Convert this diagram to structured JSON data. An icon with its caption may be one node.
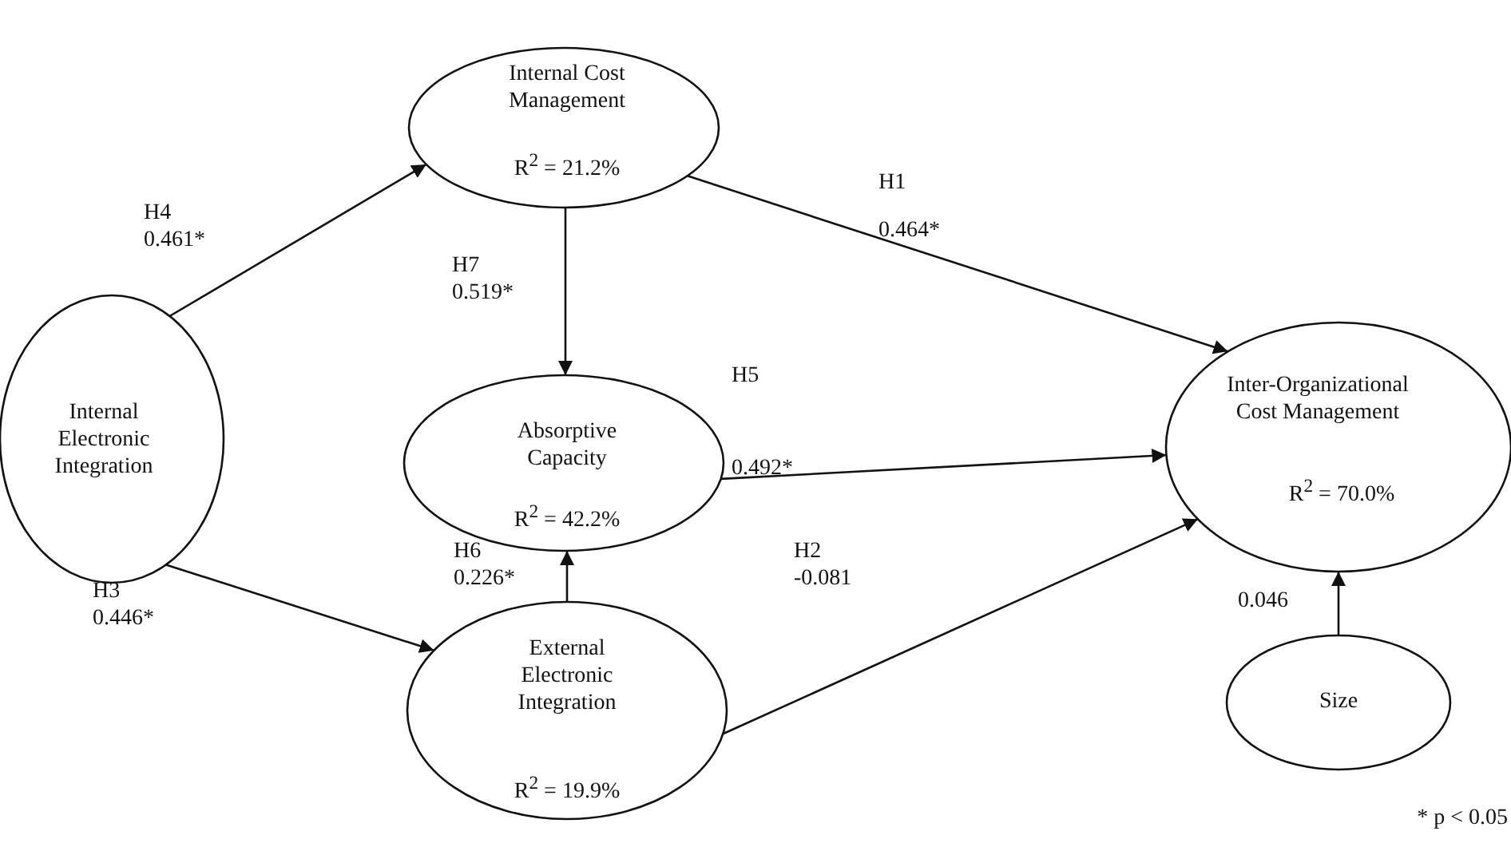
{
  "diagram": {
    "nodes": [
      {
        "text": [
          "Internal Cost Management",
          "R$^{2}$ = 21.2%"
        ]
      },
      {
        "text": [
          "Internal Electronic Integration"
        ]
      },
      {
        "text": [
          "Absorptive Capacity",
          "R$^{2}$ = 42.2%"
        ]
      },
      {
        "text": [
          "Inter-Organizational Cost Management",
          "R$^{2}$ = 70.0%"
        ]
      },
      {
        "text": [
          "External Electronic Integration",
          "R$^{2}$ = 19.9%"
        ]
      },
      {
        "text": [
          "Size"
        ]
      }
    ],
    "edges": [
      {
        "from": 1,
        "to": 0,
        "arrow": "to",
        "label": "H4 0.461*"
      },
      {
        "from": 0,
        "to": 3,
        "arrow": "to",
        "label": "H1 0.464*"
      },
      {
        "from": 0,
        "to": 2,
        "arrow": "to",
        "label": "H7 0.519*"
      },
      {
        "from": 2,
        "to": 3,
        "arrow": "to",
        "label": "H5 0.492*"
      },
      {
        "from": 1,
        "to": 4,
        "arrow": "to",
        "label": "H3 0.446*"
      },
      {
        "from": 4,
        "to": 2,
        "arrow": "to",
        "label": "H6 0.226*"
      },
      {
        "from": 4,
        "to": 3,
        "arrow": "to",
        "label": "H2 -0.081"
      },
      {
        "from": 5,
        "to": 3,
        "arrow": "to",
        "label": "0.046"
      }
    ],
    "labels": [
      "* p < 0.05"
    ]
  }
}
